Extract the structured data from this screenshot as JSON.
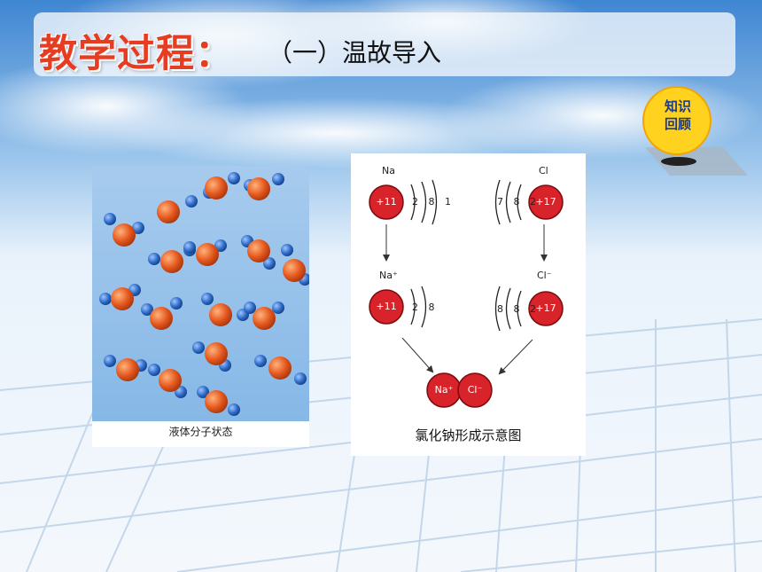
{
  "header": {
    "title": "教学过程：",
    "subtitle": "（一）温故导入"
  },
  "badge": {
    "line1": "知识",
    "line2": "回顾"
  },
  "left_figure": {
    "caption": "液体分子状态"
  },
  "right_figure": {
    "na_label": "Na",
    "cl_label": "Cl",
    "na_ion_label": "Na⁺",
    "cl_ion_label": "Cl⁻",
    "na_nucleus": "+11",
    "cl_nucleus": "+17",
    "na_ion_nucleus": "+11",
    "cl_ion_nucleus": "+17",
    "na_shells": "2 8 1",
    "cl_shells": "7 8 2",
    "na_ion_shells": "2 8",
    "cl_ion_shells": "8 8 2",
    "pair_na": "Na⁺",
    "pair_cl": "Cl⁻",
    "caption": "氯化钠形成示意图"
  },
  "colors": {
    "title_red": "#e63c22",
    "nucleus_red": "#d8232a",
    "badge_yellow": "#ffd21f"
  }
}
